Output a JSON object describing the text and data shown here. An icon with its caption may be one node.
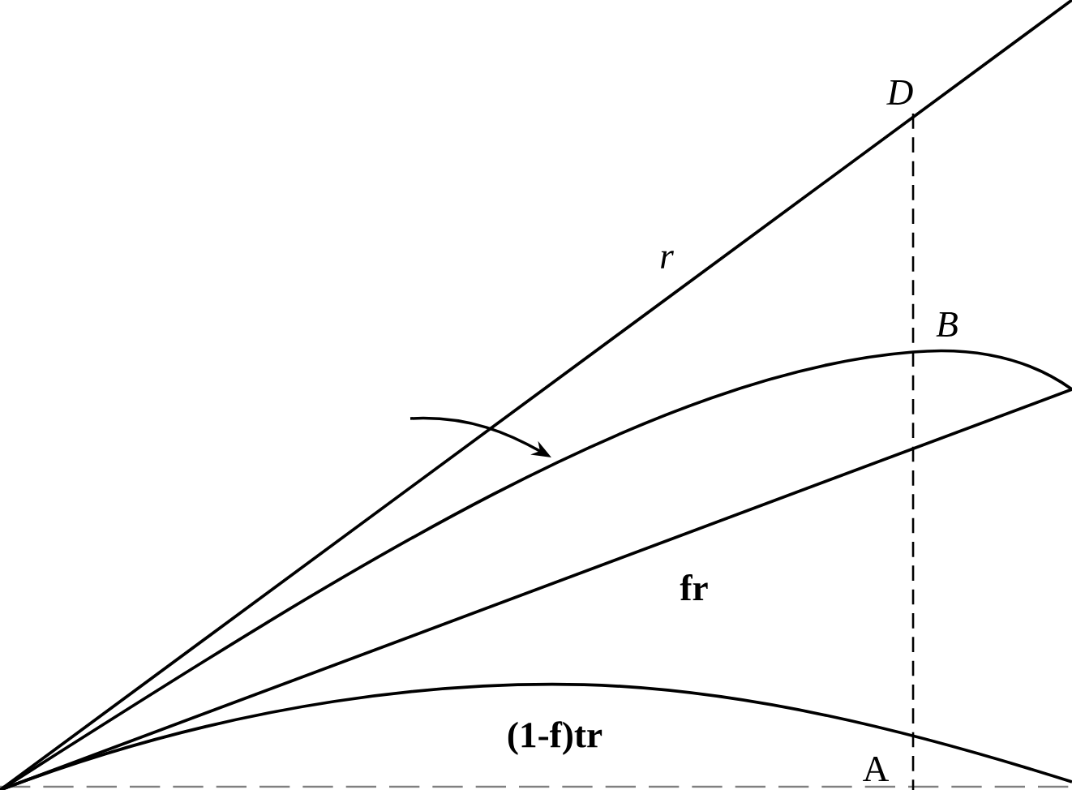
{
  "diagram": {
    "labels": [
      "D",
      "r",
      "B",
      "fr",
      "(1-f)tr",
      "A"
    ]
  }
}
